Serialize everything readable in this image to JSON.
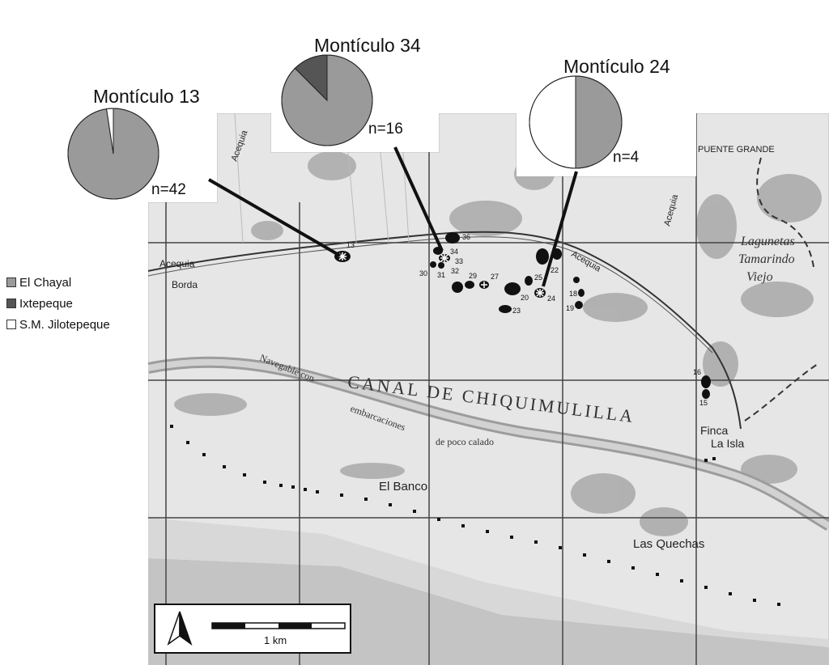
{
  "legend": {
    "items": [
      {
        "label": "El Chayal",
        "color": "#9a9a9a"
      },
      {
        "label": "Ixtepeque",
        "color": "#555555"
      },
      {
        "label": "S.M. Jilotepeque",
        "color": "#ffffff"
      }
    ]
  },
  "pies": [
    {
      "title": "Montículo 13",
      "n_label": "n=42",
      "slices": [
        {
          "source": "El Chayal",
          "fraction": 0.976
        },
        {
          "source": "Ixtepeque",
          "fraction": 0.0
        },
        {
          "source": "S.M. Jilotepeque",
          "fraction": 0.024
        }
      ]
    },
    {
      "title": "Montículo 34",
      "n_label": "n=16",
      "slices": [
        {
          "source": "El Chayal",
          "fraction": 0.875
        },
        {
          "source": "Ixtepeque",
          "fraction": 0.125
        },
        {
          "source": "S.M. Jilotepeque",
          "fraction": 0.0
        }
      ]
    },
    {
      "title": "Montículo 24",
      "n_label": "n=4",
      "slices": [
        {
          "source": "El Chayal",
          "fraction": 0.5
        },
        {
          "source": "Ixtepeque",
          "fraction": 0.0
        },
        {
          "source": "S.M. Jilotepeque",
          "fraction": 0.5
        }
      ]
    }
  ],
  "map": {
    "place_labels": {
      "canal": "CANAL DE CHIQUIMULILLA",
      "navegable": "Navegable con",
      "embarcaciones": "embarcaciones",
      "poco_calado": "de poco calado",
      "el_banco": "El Banco",
      "las_quechas": "Las Quechas",
      "finca": "Finca",
      "la_isla": "La Isla",
      "puente_grande": "PUENTE GRANDE",
      "lagunetas": "Lagunetas",
      "tamarindo": "Tamarindo",
      "viejo": "Viejo",
      "acequia": "Acequia",
      "borda": "Borda"
    },
    "mound_numbers": [
      "13",
      "36",
      "34",
      "33",
      "32",
      "31",
      "30",
      "29",
      "27",
      "25",
      "22",
      "20",
      "24",
      "23",
      "18",
      "19",
      "16",
      "15"
    ],
    "scale_label": "1 km",
    "north_arrow": "north-arrow-icon"
  }
}
